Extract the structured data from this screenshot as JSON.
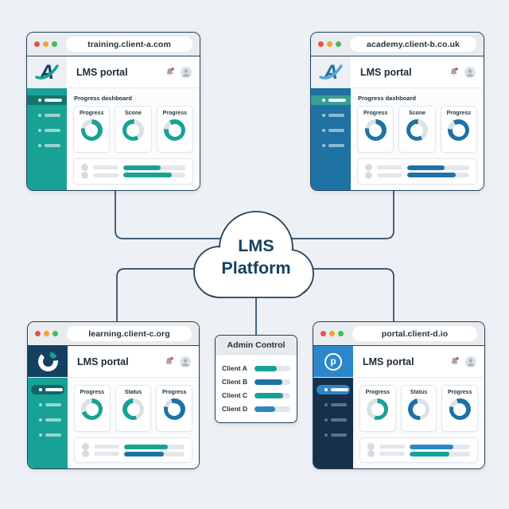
{
  "page": {
    "background": "#edf0f4"
  },
  "cloud": {
    "line1": "LMS",
    "line2": "Platform"
  },
  "admin_panel": {
    "title": "Admin Control",
    "rows": [
      {
        "label": "Client A",
        "percent": 62,
        "color": "#18a295"
      },
      {
        "label": "Client B",
        "percent": 78,
        "color": "#1e72a4"
      },
      {
        "label": "Client C",
        "percent": 80,
        "color": "#18a295"
      },
      {
        "label": "Client D",
        "percent": 58,
        "color": "#2e86c1"
      }
    ]
  },
  "windows": {
    "a": {
      "url": "training.client-a.com",
      "app_title": "LMS portal",
      "dashboard_label": "Progress dashboard",
      "logo_letter": "A",
      "sidebar": {
        "items": 4,
        "active_index": 0
      },
      "cards": [
        {
          "label": "Progress",
          "percent": 78,
          "from_deg": 0,
          "color": "#18a295"
        },
        {
          "label": "Scone",
          "percent": 60,
          "from_deg": 150,
          "color": "#18a295"
        },
        {
          "label": "Progress",
          "percent": 85,
          "from_deg": -30,
          "color": "#18a295"
        }
      ],
      "rows": [
        {
          "percent": 60,
          "color": "#18a295"
        },
        {
          "percent": 78,
          "color": "#18a295"
        }
      ]
    },
    "b": {
      "url": "academy.client-b.co.uk",
      "app_title": "LMS portal",
      "dashboard_label": "Progress dashboard",
      "logo_letter": "A",
      "sidebar": {
        "items": 4,
        "active_index": 0
      },
      "cards": [
        {
          "label": "Progress",
          "percent": 78,
          "from_deg": 0,
          "color": "#1e72a4"
        },
        {
          "label": "Scone",
          "percent": 60,
          "from_deg": 150,
          "color": "#1e72a4"
        },
        {
          "label": "Progress",
          "percent": 85,
          "from_deg": -30,
          "color": "#1e72a4"
        }
      ],
      "rows": [
        {
          "percent": 60,
          "color": "#1e72a4"
        },
        {
          "percent": 78,
          "color": "#1e72a4"
        }
      ]
    },
    "c": {
      "url": "learning.client-c.org",
      "app_title": "LMS portal",
      "sidebar": {
        "items": 4,
        "active_index": 0
      },
      "cards": [
        {
          "label": "Progress",
          "percent": 70,
          "from_deg": 0,
          "color": "#18a295"
        },
        {
          "label": "Status",
          "percent": 55,
          "from_deg": 160,
          "color": "#18a295"
        },
        {
          "label": "Progress",
          "percent": 85,
          "from_deg": -20,
          "color": "#1e72a4"
        }
      ],
      "rows": [
        {
          "percent": 72,
          "color": "#18a295"
        },
        {
          "percent": 66,
          "color": "#1e72a4"
        }
      ]
    },
    "d": {
      "url": "portal.client-d.io",
      "app_title": "LMS portal",
      "logo_letter": "p",
      "sidebar": {
        "items": 4,
        "active_index": 0
      },
      "cards": [
        {
          "label": "Progress",
          "percent": 55,
          "from_deg": 0,
          "color": "#18a295"
        },
        {
          "label": "Status",
          "percent": 50,
          "from_deg": 170,
          "color": "#1e72a4"
        },
        {
          "label": "Progress",
          "percent": 85,
          "from_deg": -20,
          "color": "#1e72a4"
        }
      ],
      "rows": [
        {
          "percent": 72,
          "color": "#2b87c9"
        },
        {
          "percent": 66,
          "color": "#18a295"
        }
      ]
    }
  },
  "icons": {
    "traffic_lights": [
      "close",
      "minimize",
      "zoom"
    ],
    "bell": "notification-bell-icon",
    "avatar": "user-avatar-icon"
  },
  "colors": {
    "teal": "#18a295",
    "blue": "#1e72a4",
    "bright_blue": "#2b87c9",
    "navy": "#16405f",
    "window_border": "#22415a",
    "connector": "#2a4a63",
    "traffic_red": "#e5534b",
    "traffic_yellow": "#f0a32f",
    "traffic_green": "#3fbf52"
  }
}
